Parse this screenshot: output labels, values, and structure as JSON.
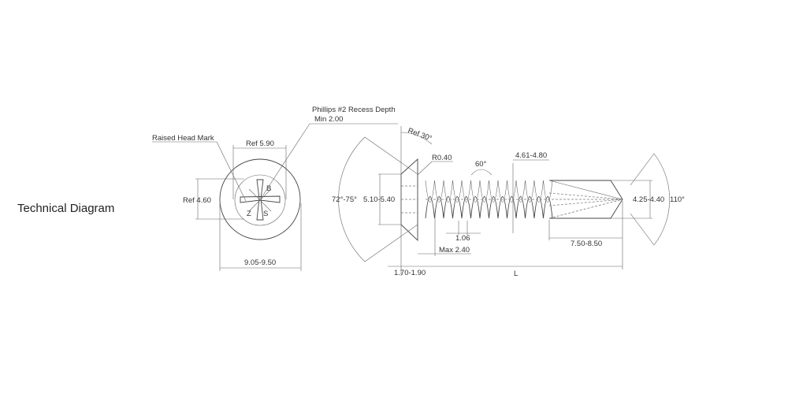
{
  "caption": "Technical Diagram",
  "top_view": {
    "raised_head_mark": "Raised Head Mark",
    "recess_label": "Phillips #2 Recess Depth",
    "recess_min": "Min 2.00",
    "ref_590": "Ref 5.90",
    "ref_460": "Ref 4.60",
    "diameter": "9.05-9.50"
  },
  "side_view": {
    "ref_30": "Ref 30°",
    "r040": "R0.40",
    "angle_60": "60°",
    "major_dia": "4.61-4.80",
    "head_angle": "72°-75°",
    "head_dia": "5.10-5.40",
    "pitch": "1.06",
    "max_240": "Max 2.40",
    "head_height": "1.70-1.90",
    "length": "L",
    "drill_length": "7.50-8.50",
    "drill_dia": "4.25-4.40",
    "tip_angle": "110°"
  }
}
